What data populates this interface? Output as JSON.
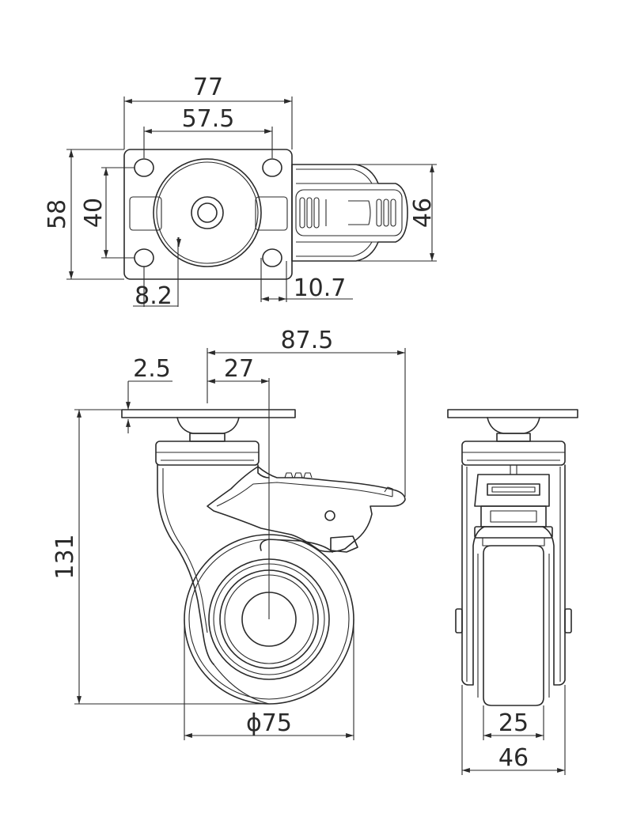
{
  "dimensions": {
    "top_width": "77",
    "top_hole_spacing": "57.5",
    "top_height": "58",
    "top_hole_vertical": "40",
    "top_bracket_height": "46",
    "top_hole_offset": "8.2",
    "top_brake_offset": "10.7",
    "side_swivel_offset": "87.5",
    "side_plate_thickness": "2.5",
    "side_offset": "27",
    "side_total_height": "131",
    "side_wheel_diameter": "ϕ75",
    "front_wheel_width": "25",
    "front_total_width": "46"
  }
}
